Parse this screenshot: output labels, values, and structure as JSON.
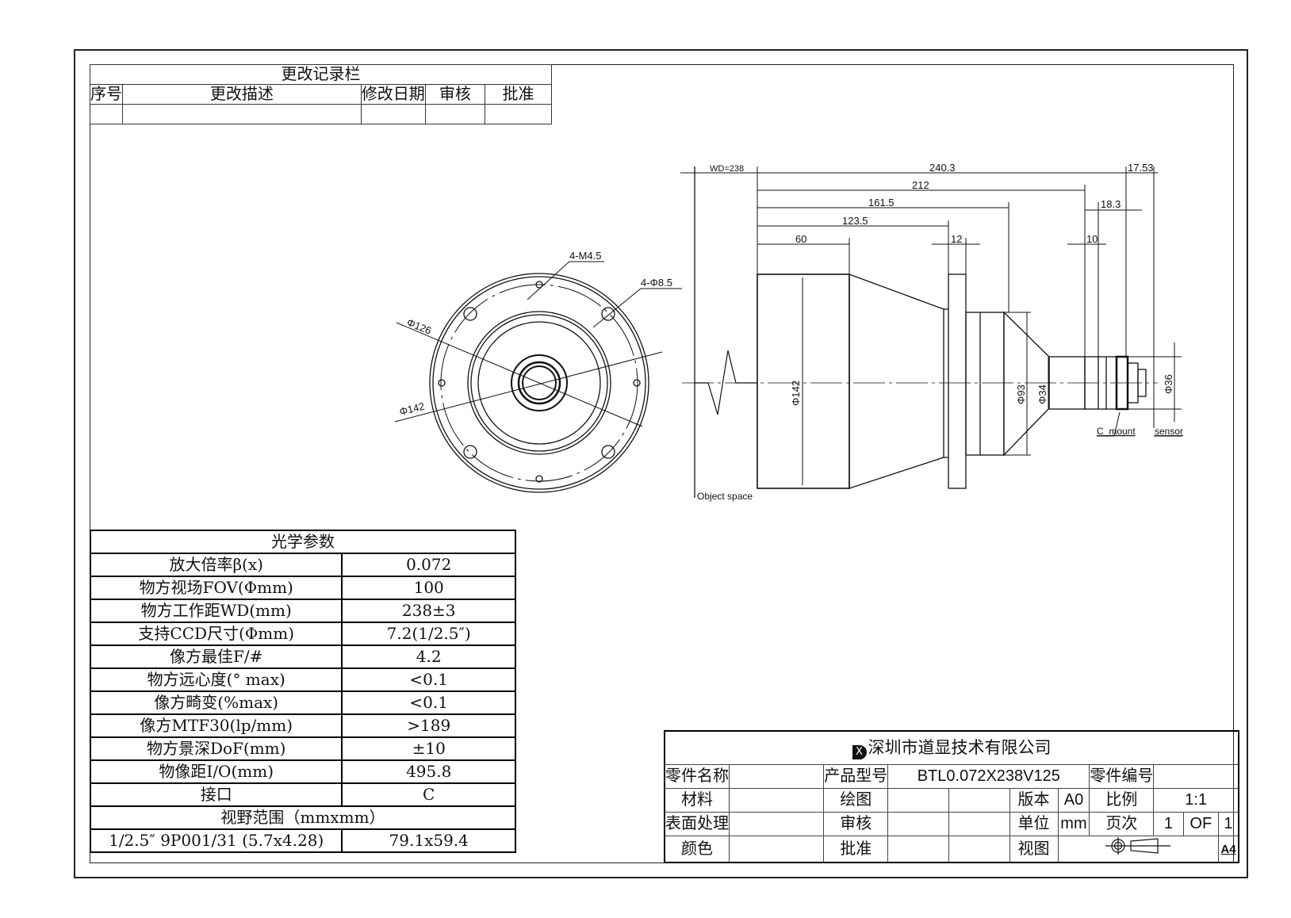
{
  "change_record": {
    "title": "更改记录栏",
    "headers": [
      "序号",
      "更改描述",
      "修改日期",
      "审核",
      "批准"
    ],
    "rows": [
      [
        "",
        "",
        "",
        "",
        ""
      ]
    ]
  },
  "front_view": {
    "labels": {
      "thread_holes": "4-M4.5",
      "through_holes": "4-Φ8.5",
      "dia_126": "Φ126",
      "dia_142": "Φ142"
    }
  },
  "side_view": {
    "dimensions": {
      "wd": "WD=238",
      "total": "240.3",
      "d212": "212",
      "d161": "161.5",
      "d123": "123.5",
      "d60": "60",
      "d12": "12",
      "d17": "17.53",
      "d18": "18.3",
      "d10": "10",
      "dia142": "Φ142",
      "dia93": "Φ93",
      "dia34": "Φ34",
      "dia36": "Φ36"
    },
    "labels": {
      "object_space": "Object space",
      "c_mount": "C_mount",
      "sensor": "sensor"
    }
  },
  "optical_params": {
    "title": "光学参数",
    "rows": [
      {
        "name": "放大倍率β(x)",
        "value": "0.072"
      },
      {
        "name": "物方视场FOV(Φmm)",
        "value": "100"
      },
      {
        "name": "物方工作距WD(mm)",
        "value": "238±3"
      },
      {
        "name": "支持CCD尺寸(Φmm)",
        "value": "7.2(1/2.5″)"
      },
      {
        "name": "像方最佳F/#",
        "value": "4.2"
      },
      {
        "name": "物方远心度(° max)",
        "value": "<0.1"
      },
      {
        "name": "像方畸变(%max)",
        "value": "<0.1"
      },
      {
        "name": "像方MTF30(lp/mm)",
        "value": ">189"
      },
      {
        "name": "物方景深DoF(mm)",
        "value": "±10"
      },
      {
        "name": "物像距I/O(mm)",
        "value": "495.8"
      },
      {
        "name": "接口",
        "value": "C"
      }
    ],
    "fov_title": "视野范围（mmxmm）",
    "fov_row": {
      "name": "1/2.5″ 9P001/31 (5.7x4.28)",
      "value": "79.1x59.4"
    }
  },
  "title_block": {
    "company_logo": "X",
    "company": "深圳市道显技术有限公司",
    "part_name_label": "零件名称",
    "part_name": "",
    "product_model_label": "产品型号",
    "product_model": "BTL0.072X238V125",
    "part_no_label": "零件编号",
    "part_no": "",
    "material_label": "材料",
    "drawn_label": "绘图",
    "version_label": "版本",
    "version": "A0",
    "scale_label": "比例",
    "scale": "1:1",
    "surface_label": "表面处理",
    "review_label": "审核",
    "unit_label": "单位",
    "unit": "mm",
    "page_label": "页次",
    "page": "1",
    "of_label": "OF",
    "total_pages": "1",
    "color_label": "颜色",
    "approve_label": "批准",
    "view_label": "视图",
    "sheet_size": "A4"
  }
}
